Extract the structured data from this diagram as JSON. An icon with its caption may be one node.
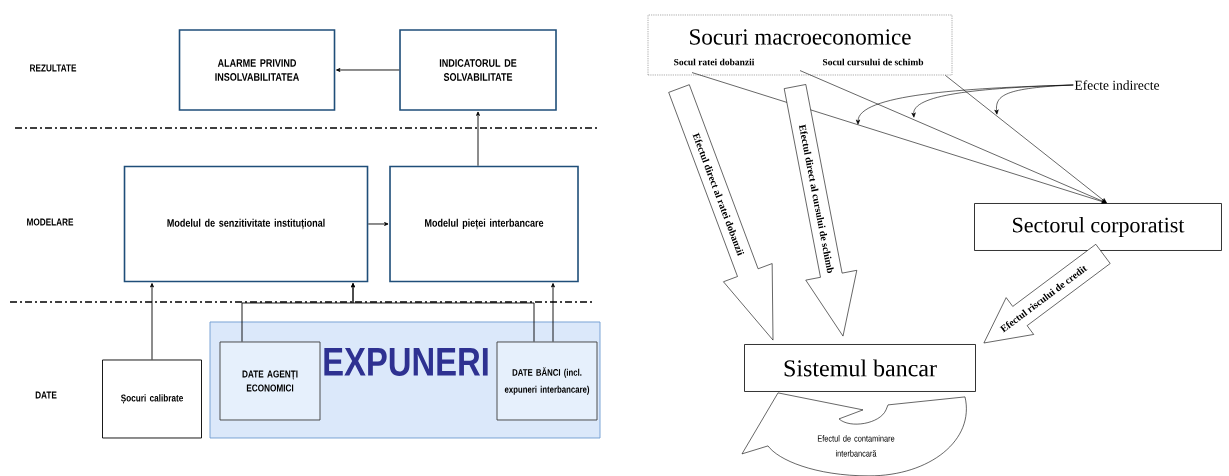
{
  "diagram": {
    "nodes": [
      {
        "text": [
          "ALARME PRIVIND INSOLVABILITATEA"
        ]
      },
      {
        "text": [
          "INDICATORUL DE SOLVABILITATE"
        ]
      },
      {
        "text": [
          "Modelul de senzitivitate instituțional"
        ]
      },
      {
        "text": [
          "Modelul pieței interbancare"
        ]
      },
      {
        "text": [
          "Șocuri calibrate"
        ]
      },
      {
        "text": [
          "EXPUNERI"
        ]
      },
      {
        "text": [
          "DATE AGENȚI ECONOMICI"
        ],
        "in": 5
      },
      {
        "text": [
          "DATE BĂNCI (incl. expuneri interbancare)"
        ],
        "in": 5
      },
      {
        "text": [
          "Socuri macroeconomice"
        ]
      },
      {
        "text": [
          "Socul ratei dobanzii"
        ],
        "in": 8
      },
      {
        "text": [
          "Socul cursului de schimb"
        ],
        "in": 8
      },
      {
        "text": [
          "Efecte indirecte"
        ]
      },
      {
        "text": [
          "Sectorul corporatist"
        ]
      },
      {
        "text": [
          "Sistemul bancar"
        ]
      }
    ],
    "edges": [
      {
        "from": 1,
        "to": 0,
        "arrow": "to"
      },
      {
        "from": 3,
        "to": 1,
        "arrow": "to"
      },
      {
        "from": 2,
        "to": 3,
        "arrow": "to"
      },
      {
        "from": 4,
        "to": 2,
        "arrow": "to"
      },
      {
        "from": 6,
        "to": 2,
        "arrow": "to"
      },
      {
        "from": 7,
        "to": 2,
        "arrow": "to"
      },
      {
        "from": 7,
        "to": 3,
        "arrow": "to"
      },
      {
        "from": 9,
        "to": 12,
        "arrow": "to"
      },
      {
        "from": 10,
        "to": 12,
        "arrow": "to"
      },
      {
        "from": 8,
        "to": 12,
        "arrow": "to"
      },
      {
        "from": 11,
        "to": null,
        "arrow": "to"
      },
      {
        "from": 11,
        "to": null,
        "arrow": "to"
      },
      {
        "from": 11,
        "to": null,
        "arrow": "to"
      },
      {
        "from": 9,
        "to": 13,
        "arrow": "to",
        "style": "thick",
        "label": "Efectul direct al ratei dobanzii"
      },
      {
        "from": 10,
        "to": 13,
        "arrow": "to",
        "style": "thick",
        "label": "Efectul direct al cursului de schimb"
      },
      {
        "from": 12,
        "to": 13,
        "arrow": "to",
        "style": "thick",
        "label": "Efectul riscului de credit"
      },
      {
        "from": 13,
        "to": 13,
        "arrow": "to",
        "style": "thick",
        "label": "Efectul de contaminare interbancară"
      }
    ],
    "labels": [
      "REZULTATE",
      "MODELARE",
      "DATE"
    ]
  }
}
